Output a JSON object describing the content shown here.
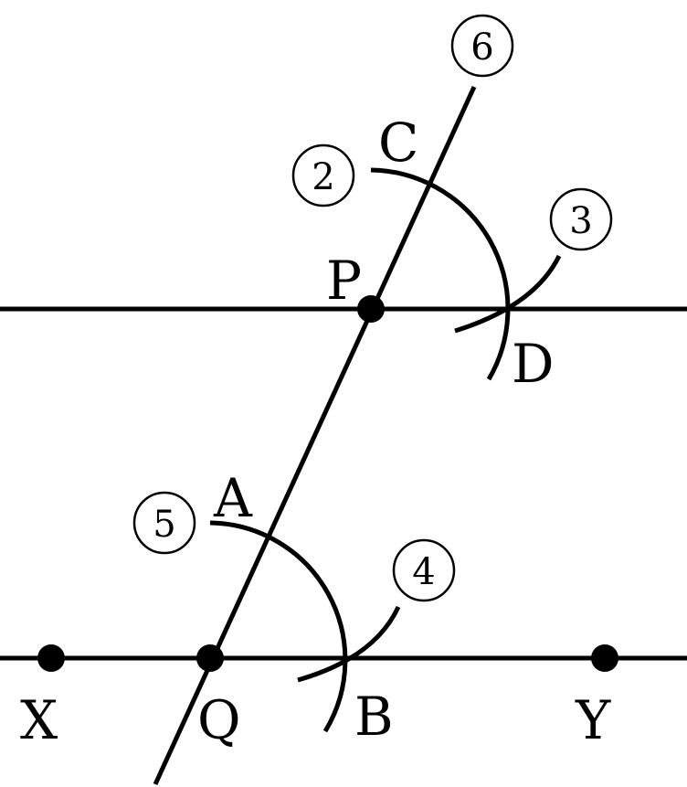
{
  "points": {
    "P": "P",
    "Q": "Q",
    "A": "A",
    "B": "B",
    "C": "C",
    "D": "D",
    "X": "X",
    "Y": "Y"
  },
  "steps": [
    "2",
    "3",
    "4",
    "5",
    "6"
  ]
}
